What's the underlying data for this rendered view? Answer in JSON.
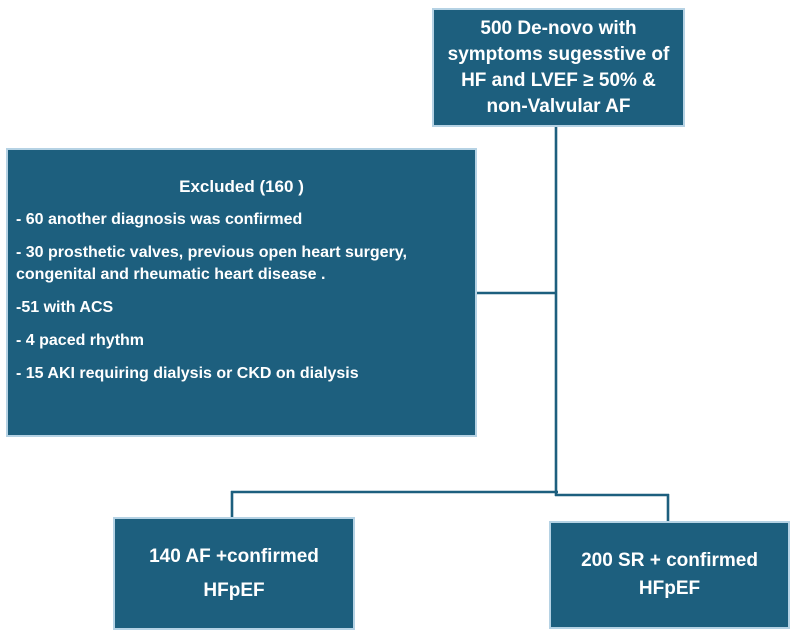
{
  "diagram": {
    "colors": {
      "box_fill": "#1d5f7e",
      "box_border": "#b5d2e4",
      "connector_line": "#1d5f7e",
      "text": "#ffffff",
      "background": "#ffffff"
    },
    "top_box": {
      "lines": [
        "500 De-novo with",
        "symptoms sugesstive of",
        "HF and LVEF ≥ 50% &",
        "non-Valvular AF"
      ]
    },
    "excluded_box": {
      "title": "Excluded (160 )",
      "items": [
        "- 60  another diagnosis was confirmed",
        "- 30  prosthetic valves, previous open heart surgery, congenital and rheumatic heart disease .",
        "-51  with ACS",
        "- 4  paced rhythm",
        "- 15 AKI requiring dialysis or CKD on dialysis"
      ]
    },
    "left_box": {
      "lines": [
        "140 AF  +confirmed",
        "HFpEF"
      ]
    },
    "right_box": {
      "lines": [
        "200 SR + confirmed",
        "HFpEF"
      ]
    }
  }
}
